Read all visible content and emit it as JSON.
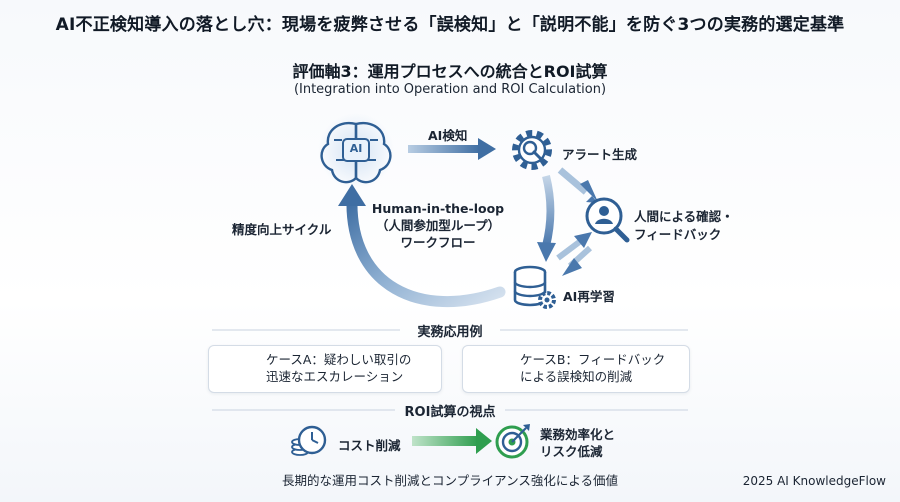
{
  "title": "AI不正検知導入の落とし穴：現場を疲弊させる「誤検知」と「説明不能」を防ぐ3つの実務的選定基準",
  "subtitle": "評価軸3：運用プロセスへの統合とROI試算",
  "subtitle_en": "(Integration into Operation and ROI Calculation)",
  "cycle": {
    "ai_node_text": "AI",
    "ai_detect": "AI検知",
    "alert": "アラート生成",
    "human_check_line1": "人間による確認・",
    "human_check_line2": "フィードバック",
    "retrain": "AI再学習",
    "center_line1": "Human-in-the-loop",
    "center_line2": "（人間参加型ループ）",
    "center_line3": "ワークフロー",
    "accuracy_cycle": "精度向上サイクル"
  },
  "examples": {
    "heading": "実務応用例",
    "case_a_line1": "ケースA：疑わしい取引の",
    "case_a_line2": "迅速なエスカレーション",
    "case_b_line1": "ケースB：フィードバック",
    "case_b_line2": "による誤検知の削減"
  },
  "roi": {
    "heading": "ROI試算の視点",
    "cost": "コスト削減",
    "efficiency_line1": "業務効率化と",
    "efficiency_line2": "リスク低減",
    "note": "長期的な運用コスト削減とコンプライアンス強化による価値"
  },
  "credit": "2025 AI KnowledgeFlow",
  "colors": {
    "icon_blue": "#2f5f94",
    "arrow_blue": "#4a78ad",
    "arrow_light": "#a9c2dc",
    "green": "#34a853",
    "separator": "#c9d3df"
  }
}
